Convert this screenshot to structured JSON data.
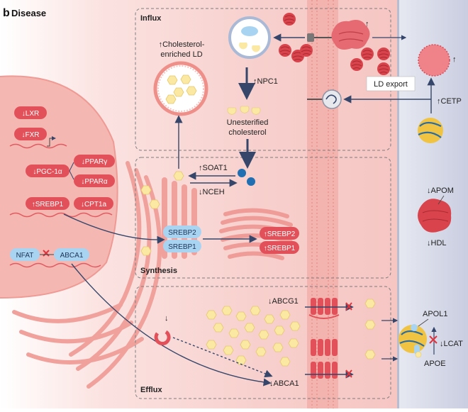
{
  "panel": {
    "letter": "b",
    "title": "Disease"
  },
  "sections": {
    "influx": "Influx",
    "synthesis": "Synthesis",
    "efflux": "Efflux"
  },
  "nucleus": {
    "lxr": "↓LXR",
    "fxr": "↓FXR",
    "pgc1a": "↓PGC-1α",
    "ppar_gamma": "↓PPARγ",
    "ppar_alpha": "↓PPARα",
    "srebp1": "↑SREBP1",
    "cpt1a": "↓CPT1a",
    "nfat": "NFAT",
    "abca1": "ABCA1"
  },
  "labels": {
    "cholesterol_ld_line1": "↑Cholesterol-",
    "cholesterol_ld_line2": "enriched LD",
    "npc1": "↑NPC1",
    "unesterified_line1": "Unesterified",
    "unesterified_line2": "cholesterol",
    "soat1": "↑SOAT1",
    "nceh": "↓NCEH",
    "er_srebp2": "SREBP2",
    "er_srebp1": "SREBP1",
    "golgi_srebp2": "↑SREBP2",
    "golgi_srebp1": "↑SREBP1",
    "abcg1": "↓ABCG1",
    "abca1_efflux": "↓ABCA1",
    "receptor_down": "↓",
    "ld_export": "LD export",
    "cetp": "↑CETP",
    "apom": "↓APOM",
    "hdl": "↓HDL",
    "apol1": "APOL1",
    "lcat": "↓LCAT",
    "apoe": "APOE",
    "up_arrow_1": "↑",
    "up_arrow_2": "↑"
  },
  "colors": {
    "cell_pink": "#f8d3d0",
    "nucleus_pink": "#f4b7b2",
    "membrane": "#f1a8a4",
    "serum": "#cfd3e3",
    "red_pill": "#e2515a",
    "blue_pill": "#a8d4f2",
    "hexagon": "#fbe9a3",
    "arrow": "#35466a"
  }
}
